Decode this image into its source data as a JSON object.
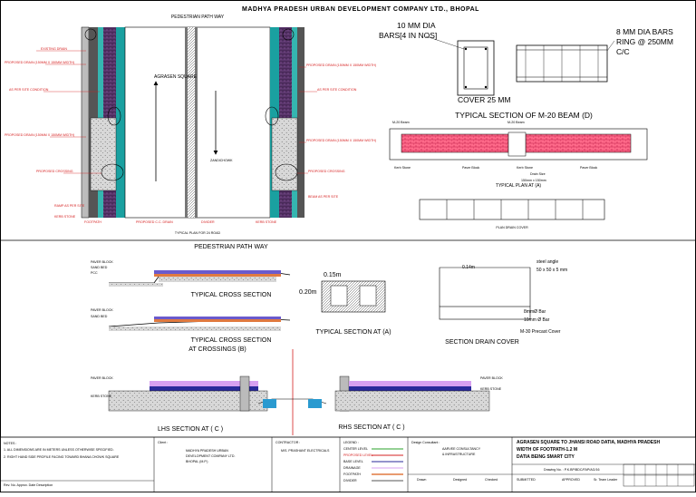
{
  "header": {
    "title": "MADHYA PRADESH URBAN DEVELOPMENT COMPANY LTD., BHOPAL"
  },
  "plan": {
    "top_label": "PEDESTRIAN PATH WAY",
    "road_name": "AGRASEN SQUARE",
    "road_end": "ZANDICHOWK",
    "caption": "TYPICAL PLAN FOR 24 ROAD",
    "notes_left": [
      "EXISTING DRAIN",
      "PROPOSED DRAIN (150MM X 150MM WIDTH)",
      "AS PER SITE CONDITION",
      "PROPOSED DRAIN (150MM X 150MM WIDTH)",
      "PROPOSED CROSSING",
      "RAMP AS PER SITE",
      "KERB STONE"
    ],
    "notes_right": [
      "PROPOSED DRAIN (150MM X 150MM WIDTH)",
      "AS PER SITE CONDITION",
      "PROPOSED DRAIN (150MM X 150MM WIDTH)",
      "PROPOSED CROSSING",
      "BEAM AS PER SITE"
    ],
    "notes_bottom": [
      "FOOTPATH",
      "PROPOSED C.C. DRAIN",
      "DIVIDER",
      "KERB STONE"
    ]
  },
  "beam": {
    "bars_label_line1": "10 MM DIA",
    "bars_label_line2": "BARS[4 IN NOS]",
    "ring_label_line1": "8 MM DIA BARS",
    "ring_label_line2": "RING @ 250MM",
    "ring_label_line3": "C/C",
    "cover_label": "COVER 25 MM",
    "section_title": "TYPICAL SECTION OF M-20 BEAM  (D)"
  },
  "plan_a": {
    "beam_left": "M-20 Beam",
    "beam_right": "M-20 Beam",
    "kerb_left": "Kerb Stone",
    "paver_left": "Paver Block",
    "kerb_right": "Kerb Stone",
    "paver_right": "Paver Block",
    "drain_size": "Drain Size",
    "drain_dim": "150mm x 150mm",
    "title": "TYPICAL PLAN AT (A)",
    "drain_cover": "PLAN DRAIN COVER"
  },
  "cross_section": {
    "header": "PEDESTRIAN PATH WAY",
    "title": "TYPICAL CROSS SECTION",
    "title_crossing_line1": "TYPICAL CROSS SECTION",
    "title_crossing_line2": "AT CROSSINGS  (B)",
    "notes": [
      "PAVER BLOCK",
      "SAND BED",
      "PCC",
      "PAVER BLOCK",
      "SAND BED"
    ]
  },
  "section_a": {
    "width": "0.15m",
    "height": "0.20m",
    "title": "TYPICAL SECTION AT  (A)"
  },
  "drain_cover": {
    "width": "0.14m",
    "angle_line1": "steel angle",
    "angle_line2": "50 x 50 x 5 mm",
    "bar_8": "8mmØ Bar",
    "bar_10": "10mm Ø Bar",
    "precast": "M-30 Precast Cover",
    "title": "SECTION DRAIN COVER"
  },
  "sections": {
    "lhs_title": "LHS SECTION AT  ( C )",
    "rhs_title": "RHS SECTION AT  ( C )",
    "lhs_notes": [
      "PAVER BLOCK",
      "KERB STONE"
    ],
    "rhs_notes": [
      "PAVER BLOCK",
      "KERB STONE"
    ]
  },
  "title_block": {
    "notes_header": "NOTES :",
    "notes": [
      "1.    ALL DIMENSIONS ARE IN METERS UNLESS OTHERWISE SPECIFIED.",
      "2.    RIGHT HAND SIDE PROFILE FACING TOWARD BHANA CHOWK SQUARE"
    ],
    "revision_columns": "Rev.    No.    Approv.    Date                Description",
    "client_label": "Client :",
    "client_line1": "MADHYA PRADESH URBAN",
    "client_line2": "DEVELOPMENT COMPANY LTD.",
    "client_line3": "BHOPAL (M.P.)",
    "contractor_label": "CONTRACTOR :",
    "contractor": "M/S. PRASHANT ELECTRICALS",
    "legend_label": "LEGEND :",
    "legend": [
      "CENTER LEVEL",
      "PROPOSED LEVEL",
      "BASE LEVEL",
      "DRAINAGE",
      "FOOTPATH",
      "DIVIDER"
    ],
    "consultant_label": "Design Consultant :",
    "consultant_line2": "AARVEE CONSULTANCY",
    "consultant_line3": "& INFRASTRUCTURE",
    "checks": [
      "Drawn",
      "Designed",
      "Checked"
    ],
    "project_line1": "AGRASEN SQUARE TO JHANSI ROAD DATIA, MADHYA PRADESH",
    "project_line2": "WIDTH OF FOOTPATH-1.2 M",
    "project_line3": "DATIA BEING SMART CITY",
    "drawing_no": "Drawing No. : P.K.BP/BDC/FAP/AG/16",
    "submitted": "SUBMITTED",
    "approved": "APPROVED",
    "team_leader": "Sr. Team Leader"
  }
}
